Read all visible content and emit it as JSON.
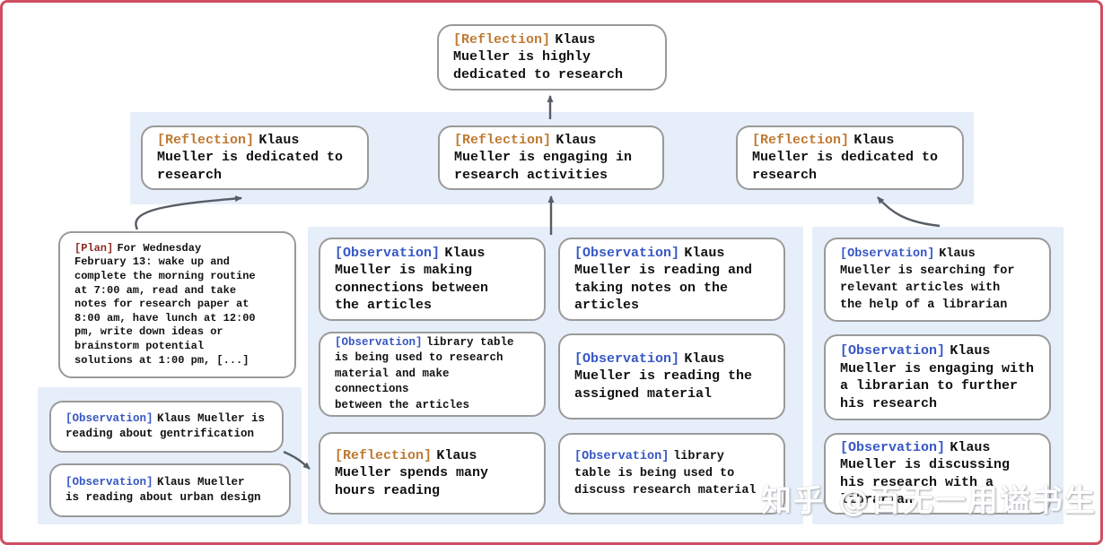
{
  "colors": {
    "reflection": "#bf7a33",
    "observation": "#3657c4",
    "plan": "#8e2a25",
    "band_background": "#e6eefa",
    "frame_border": "#d04f62",
    "arrow": "#575d66",
    "node_border": "#9a9a9a",
    "node_text": "#121212"
  },
  "watermark": {
    "text": "知乎 @百无一用谥书生"
  },
  "boxes": {
    "top": {
      "kind": "reflection",
      "tag": "[Reflection]",
      "text": "Klaus\nMueller is highly\ndedicated to research"
    },
    "row2_left": {
      "kind": "reflection",
      "tag": "[Reflection]",
      "text": "Klaus\nMueller is dedicated to\nresearch"
    },
    "row2_mid": {
      "kind": "reflection",
      "tag": "[Reflection]",
      "text": "Klaus\nMueller is engaging in\nresearch activities"
    },
    "row2_right": {
      "kind": "reflection",
      "tag": "[Reflection]",
      "text": "Klaus\nMueller is dedicated to\nresearch"
    },
    "plan": {
      "kind": "plan",
      "tag": "[Plan]",
      "text": "For Wednesday\nFebruary 13: wake up and\ncomplete the morning routine\nat 7:00 am, read and take\nnotes for research paper at\n8:00 am, have lunch at 12:00\npm, write down ideas or\nbrainstorm potential\nsolutions at 1:00 pm, [...]"
    },
    "bottomleft_1": {
      "kind": "observation",
      "tag": "[Observation]",
      "text": "Klaus Mueller is\nreading about gentrification"
    },
    "bottomleft_2": {
      "kind": "observation",
      "tag": "[Observation]",
      "text": "Klaus Mueller\nis reading about urban design"
    },
    "mid_a1": {
      "kind": "observation",
      "tag": "[Observation]",
      "text": "Klaus\nMueller is making\nconnections between\nthe articles"
    },
    "mid_a2": {
      "kind": "observation",
      "tag": "[Observation]",
      "text": "library table\nis being used to research\nmaterial and make connections\nbetween the articles"
    },
    "mid_a3": {
      "kind": "reflection",
      "tag": "[Reflection]",
      "text": "Klaus\nMueller spends many\nhours reading"
    },
    "mid_b1": {
      "kind": "observation",
      "tag": "[Observation]",
      "text": "Klaus\nMueller is reading and\ntaking notes on the\narticles"
    },
    "mid_b2": {
      "kind": "observation",
      "tag": "[Observation]",
      "text": "Klaus\nMueller is reading the\nassigned material"
    },
    "mid_b3": {
      "kind": "observation",
      "tag": "[Observation]",
      "text": "library\ntable is being used to\ndiscuss research material"
    },
    "right_1": {
      "kind": "observation",
      "tag": "[Observation]",
      "text": "Klaus\nMueller is searching for\nrelevant articles with\nthe help of a librarian"
    },
    "right_2": {
      "kind": "observation",
      "tag": "[Observation]",
      "text": "Klaus\nMueller is engaging with\na librarian to further\nhis research"
    },
    "right_3": {
      "kind": "observation",
      "tag": "[Observation]",
      "text": "Klaus\nMueller is discussing\nhis research with a\nlibrarian"
    }
  }
}
